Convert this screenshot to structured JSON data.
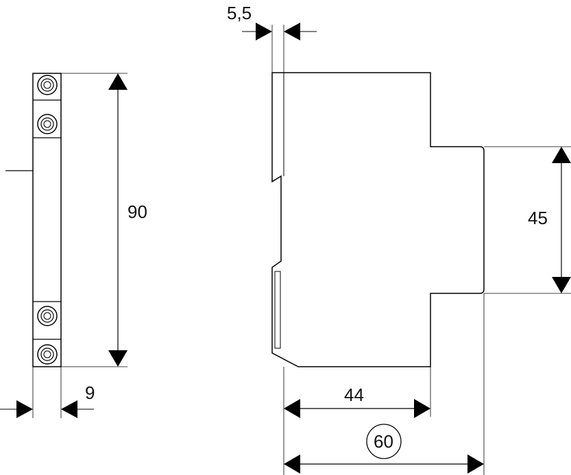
{
  "colors": {
    "line": "#000000",
    "arrow": "#000000",
    "background": "#ffffff"
  },
  "dimensions": {
    "terminal_gap": "5,5",
    "height": "90",
    "width_front": "9",
    "width_top": "45",
    "depth_short": "44",
    "depth_total": "60"
  }
}
